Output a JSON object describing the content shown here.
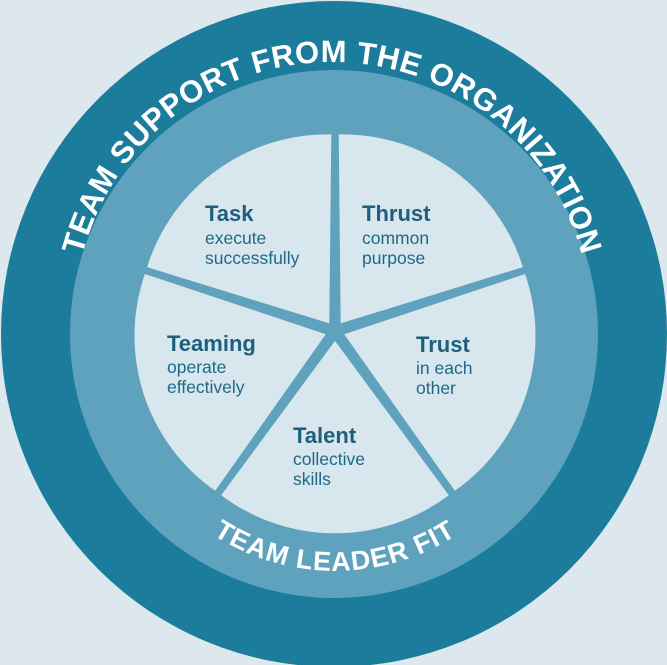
{
  "outer_ring": {
    "label": "TEAM SUPPORT FROM THE ORGANIZATION"
  },
  "middle_ring": {
    "label": "TEAM LEADER FIT"
  },
  "segments": [
    {
      "title": "Task",
      "lines": [
        "execute",
        "successfully"
      ]
    },
    {
      "title": "Thrust",
      "lines": [
        "common",
        "purpose"
      ]
    },
    {
      "title": "Trust",
      "lines": [
        "in each",
        "other"
      ]
    },
    {
      "title": "Talent",
      "lines": [
        "collective",
        "skills"
      ]
    },
    {
      "title": "Teaming",
      "lines": [
        "operate",
        "effectively"
      ]
    }
  ],
  "colors": {
    "background": "#dce7ee",
    "outer_ring": "#1b7c9b",
    "middle_ring": "#5fa2bd",
    "segment_fill": "#d8e6ee",
    "text_dark": "#1d5f7c"
  }
}
